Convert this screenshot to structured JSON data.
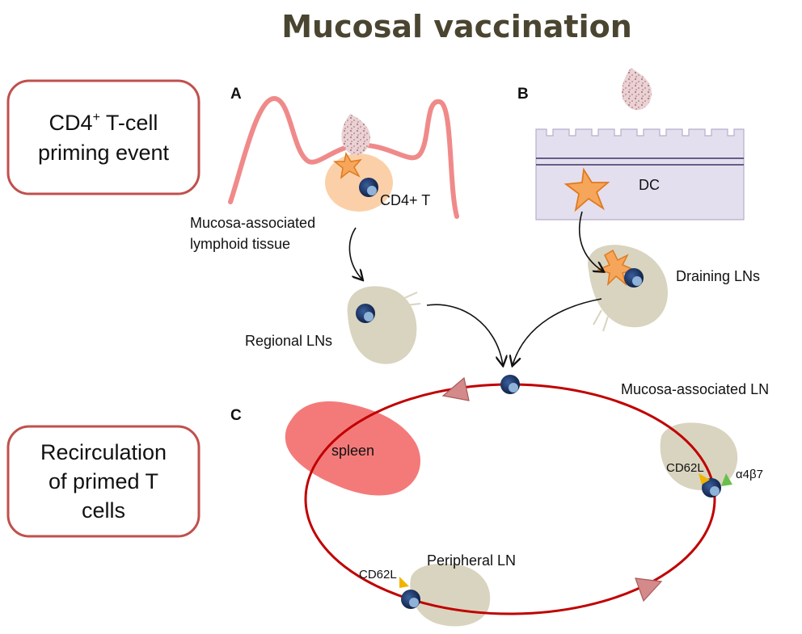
{
  "title": "Mucosal vaccination",
  "side_boxes": {
    "priming": {
      "line1_main": "CD4",
      "line1_sup": "+",
      "line1_rest": " T-cell",
      "line2": "priming event"
    },
    "recirculation": {
      "line1": "Recirculation",
      "line2": "of primed T",
      "line3": "cells"
    }
  },
  "panels": {
    "a": "A",
    "b": "B",
    "c": "C"
  },
  "labels": {
    "cd4_t": "CD4+ T",
    "malt_line1": "Mucosa-associated",
    "malt_line2": "lymphoid tissue",
    "dc": "DC",
    "draining_lns": "Draining LNs",
    "regional_lns": "Regional LNs",
    "mucosa_ln": "Mucosa-associated LN",
    "spleen": "spleen",
    "cd62l_right": "CD62L",
    "a4b7": "α4β7",
    "cd62l_left": "CD62L",
    "peripheral_ln": "Peripheral LN"
  },
  "colors": {
    "box_border": "#c0504d",
    "mucosa_line": "#f08080",
    "circulation": "#c00000",
    "arrowhead": "#d48a8a",
    "lymph_node": "#d9d4bf",
    "spleen": "#f47a7a",
    "epithelium": "#e4dfee",
    "dc": "#f4a460",
    "t_cell": "#1f3864",
    "cd62l": "#f0b400",
    "a4b7": "#6abf4b"
  }
}
